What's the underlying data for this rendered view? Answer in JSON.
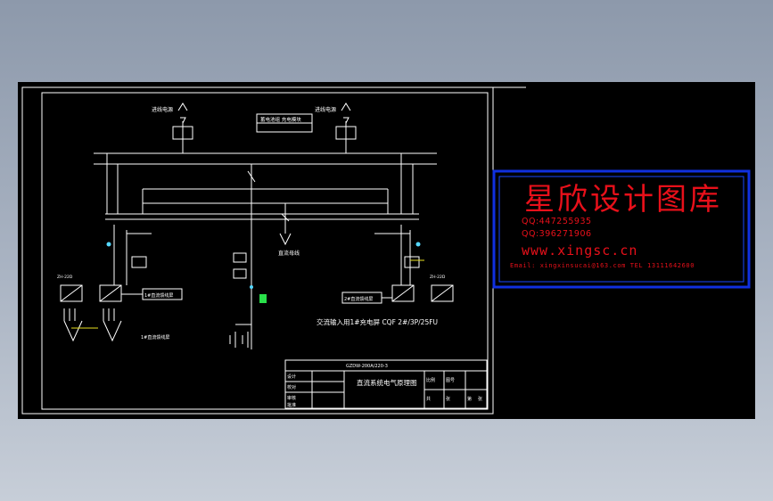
{
  "watermark": {
    "title": "星欣设计图库",
    "qq1": "QQ:447255935",
    "qq2": "QQ:396271906",
    "website": "www.xingsc.cn",
    "contact": "Email: xingxinsucai@163.com   TEL 13111642600",
    "colors": {
      "frame_outer": "#1030e0",
      "frame_inner": "#1848ff",
      "text": "#e8101a"
    }
  },
  "drawing": {
    "top_left_label": "进线电源",
    "top_right_label": "进线电源",
    "meter_box_label": "蓄电池组 充电模块",
    "dc_bus_label": "直流母线",
    "left_module_label": "ZH-22D",
    "right_module_label": "ZH-22D",
    "left_output_label": "1#直流馈线屏",
    "right_output_label": "2#直流馈线屏",
    "bottom_left_label": "1#直流馈线屏",
    "battery_note": "交流输入用1#充电屏 CQF  2#/3P/25FU",
    "title_block_line": "GZDW-200A/220-3",
    "title_block_name": "直流系统电气原理图",
    "tb_left_cells": [
      "设计",
      "校对",
      "审核",
      "批准"
    ],
    "tb_right_cells": [
      "比例",
      "图号",
      "共",
      "张",
      "第",
      "张"
    ],
    "colors": {
      "paper": "#000000",
      "lines": "#ffffff",
      "cyan": "#55d8ff",
      "green": "#29e04a",
      "yellow": "#e8e020"
    }
  }
}
